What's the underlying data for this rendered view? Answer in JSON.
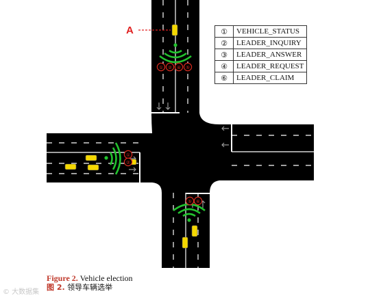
{
  "diagram": {
    "marker_label": "A",
    "node_glyphs": [
      "①",
      "②",
      "④",
      "⑤",
      "⑥"
    ]
  },
  "legend": [
    {
      "symbol": "①",
      "message": "VEHICLE_STATUS"
    },
    {
      "symbol": "②",
      "message": "LEADER_INQUIRY"
    },
    {
      "symbol": "③",
      "message": "LEADER_ANSWER"
    },
    {
      "symbol": "④",
      "message": "LEADER_REQUEST"
    },
    {
      "symbol": "⑥",
      "message": "LEADER_CLAIM"
    }
  ],
  "caption": {
    "en_number": "Figure 2.",
    "en_text": "Vehicle election",
    "zh_number": "图 2.",
    "zh_text": "领导车辆选举"
  },
  "watermark": "© 大数据集",
  "colors": {
    "road": "#000000",
    "lane": "#ffffff",
    "vehicle": "#f5d800",
    "signal": "#22c32e",
    "badge": "#d42a1e",
    "marker": "#e02020"
  }
}
